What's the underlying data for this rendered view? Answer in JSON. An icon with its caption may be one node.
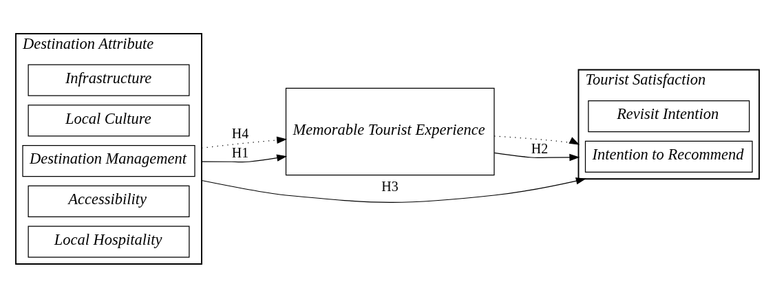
{
  "diagram": {
    "nodes": [
      {
        "text": [
          "Destination Attribute"
        ]
      },
      {
        "text": [
          "Infrastructure"
        ],
        "in": 0
      },
      {
        "text": [
          "Local Culture"
        ],
        "in": 0
      },
      {
        "text": [
          "Destination Management"
        ],
        "in": 0
      },
      {
        "text": [
          "Accessibility"
        ],
        "in": 0
      },
      {
        "text": [
          "Local Hospitality"
        ],
        "in": 0
      },
      {
        "text": [
          "Memorable Tourist Experience"
        ]
      },
      {
        "text": [
          "Tourist Satisfaction"
        ]
      },
      {
        "text": [
          "Revisit Intention"
        ],
        "in": 7
      },
      {
        "text": [
          "Intention to Recommend"
        ],
        "in": 7
      }
    ],
    "edges": [
      {
        "from": 0,
        "to": 7,
        "arrow": "to",
        "label": "H3"
      },
      {
        "from": 0,
        "to": 6,
        "arrow": "to",
        "style": "dashed",
        "label": "H4"
      },
      {
        "from": 0,
        "to": 6,
        "arrow": "to",
        "label": "H1"
      },
      {
        "from": 6,
        "to": 7,
        "arrow": "to",
        "style": "dashed"
      },
      {
        "from": 6,
        "to": 7,
        "arrow": "to",
        "label": "H2"
      }
    ]
  }
}
